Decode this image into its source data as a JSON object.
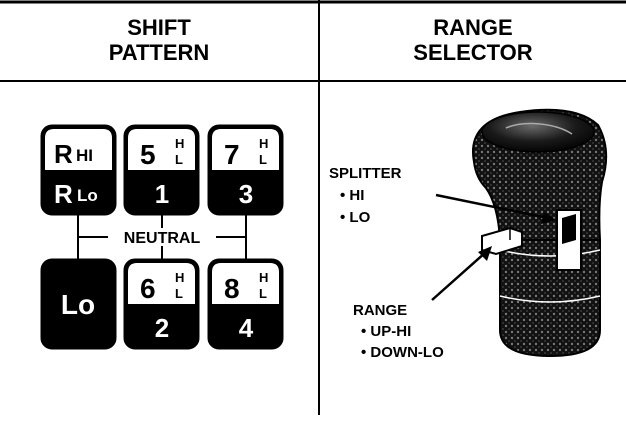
{
  "shift_pattern": {
    "title_line1": "SHIFT",
    "title_line2": "PATTERN",
    "neutral_label": "NEUTRAL",
    "gates": [
      {
        "top": "R",
        "top_suffix": "HI",
        "bottom": "R",
        "bottom_suffix": "Lo"
      },
      {
        "top": "5",
        "top_hi": "H",
        "top_lo": "L",
        "bottom": "1"
      },
      {
        "top": "7",
        "top_hi": "H",
        "top_lo": "L",
        "bottom": "3"
      },
      {
        "single": "Lo"
      },
      {
        "top": "6",
        "top_hi": "H",
        "top_lo": "L",
        "bottom": "2"
      },
      {
        "top": "8",
        "top_hi": "H",
        "top_lo": "L",
        "bottom": "4"
      }
    ]
  },
  "range_selector": {
    "title_line1": "RANGE",
    "title_line2": "SELECTOR",
    "splitter_label": "SPLITTER",
    "splitter_options": [
      "• HI",
      "• LO"
    ],
    "range_label": "RANGE",
    "range_options": [
      "• UP-HI",
      "• DOWN-LO"
    ]
  }
}
